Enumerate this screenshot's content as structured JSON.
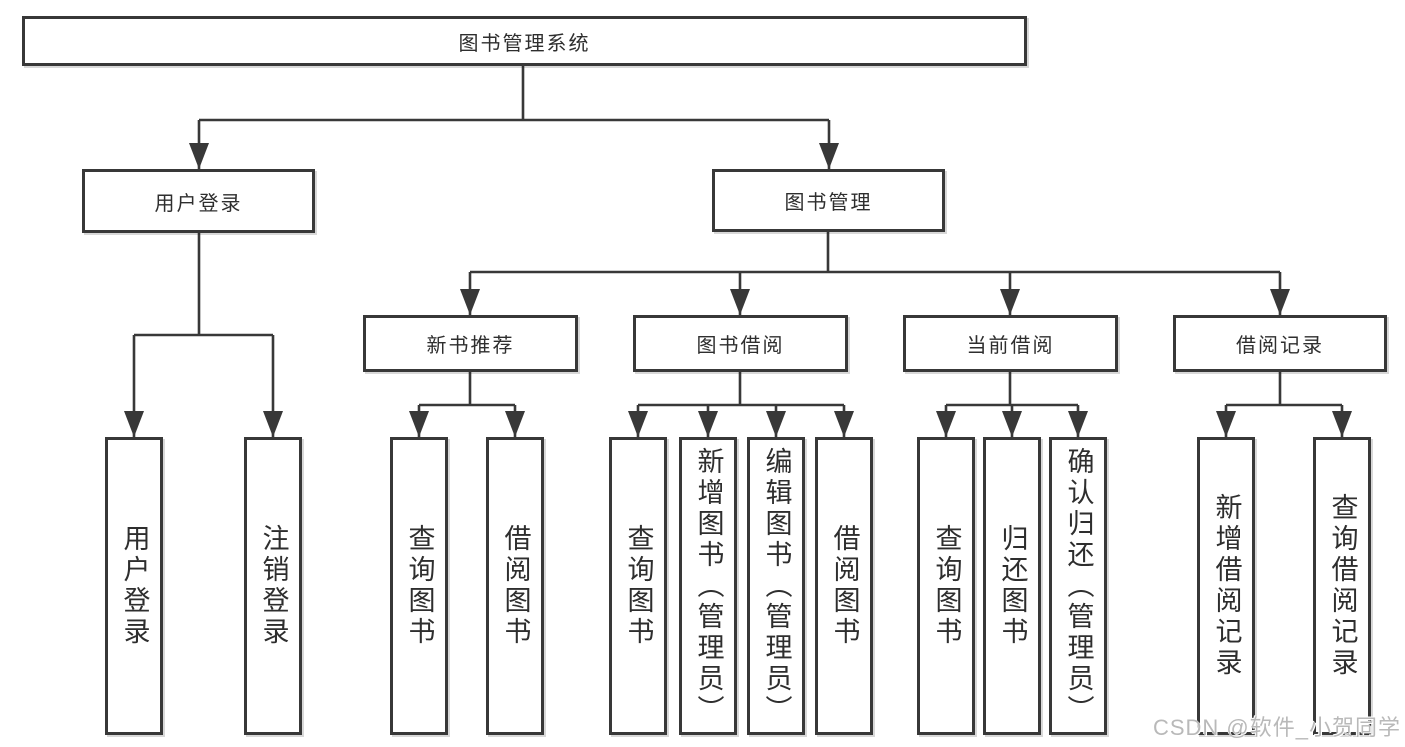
{
  "tree": {
    "root": "图书管理系统",
    "level2": [
      "用户登录",
      "图书管理"
    ],
    "level3": [
      "新书推荐",
      "图书借阅",
      "当前借阅",
      "借阅记录"
    ],
    "leaves": {
      "user_login": [
        "用户登录",
        "注销登录"
      ],
      "new_books": [
        "查询图书",
        "借阅图书"
      ],
      "borrow": [
        "查询图书",
        "新增图书（管理员）",
        "编辑图书（管理员）",
        "借阅图书"
      ],
      "current": [
        "查询图书",
        "归还图书",
        "确认归还（管理员）"
      ],
      "records": [
        "新增借阅记录",
        "查询借阅记录"
      ]
    }
  },
  "watermark": "CSDN @软件_小贺同学",
  "colors": {
    "line": "#383838",
    "text": "#2e2e2e",
    "watermark": "#b9b9b9",
    "background": "#ffffff"
  }
}
